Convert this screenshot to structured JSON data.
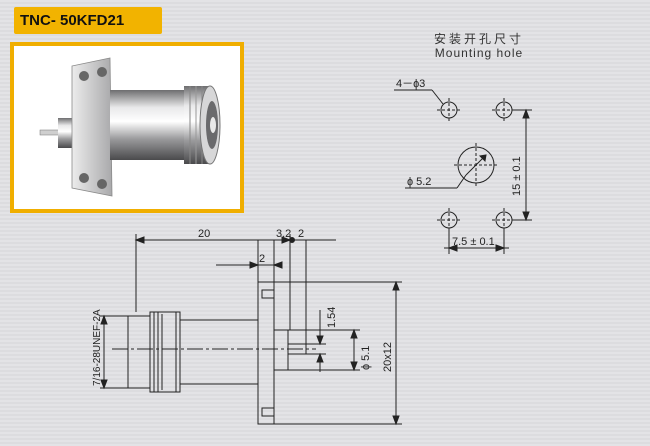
{
  "product": {
    "model": "TNC- 50KFD21"
  },
  "mounting_hole": {
    "title_zh": "安装开孔尺寸",
    "title_en": "Mounting hole",
    "hole_callout": "4－ɸ3",
    "center_callout": "ɸ 5.2",
    "spacing_vertical": "15 ± 0.1",
    "spacing_horizontal": "7.5 ± 0.1"
  },
  "side_view": {
    "dim_length": "20",
    "dim_flange": "3.2",
    "dim_flange_gap": "2",
    "dim_shoulder": "2",
    "thread": "7/16-28UNEF-2A",
    "dim_pin": "1.54",
    "dim_pin_dia": "ɸ 5.1",
    "dim_flange_size": "20x12"
  },
  "colors": {
    "tag": "#f2b300",
    "frame": "#f0ae00",
    "line": "#222222"
  }
}
